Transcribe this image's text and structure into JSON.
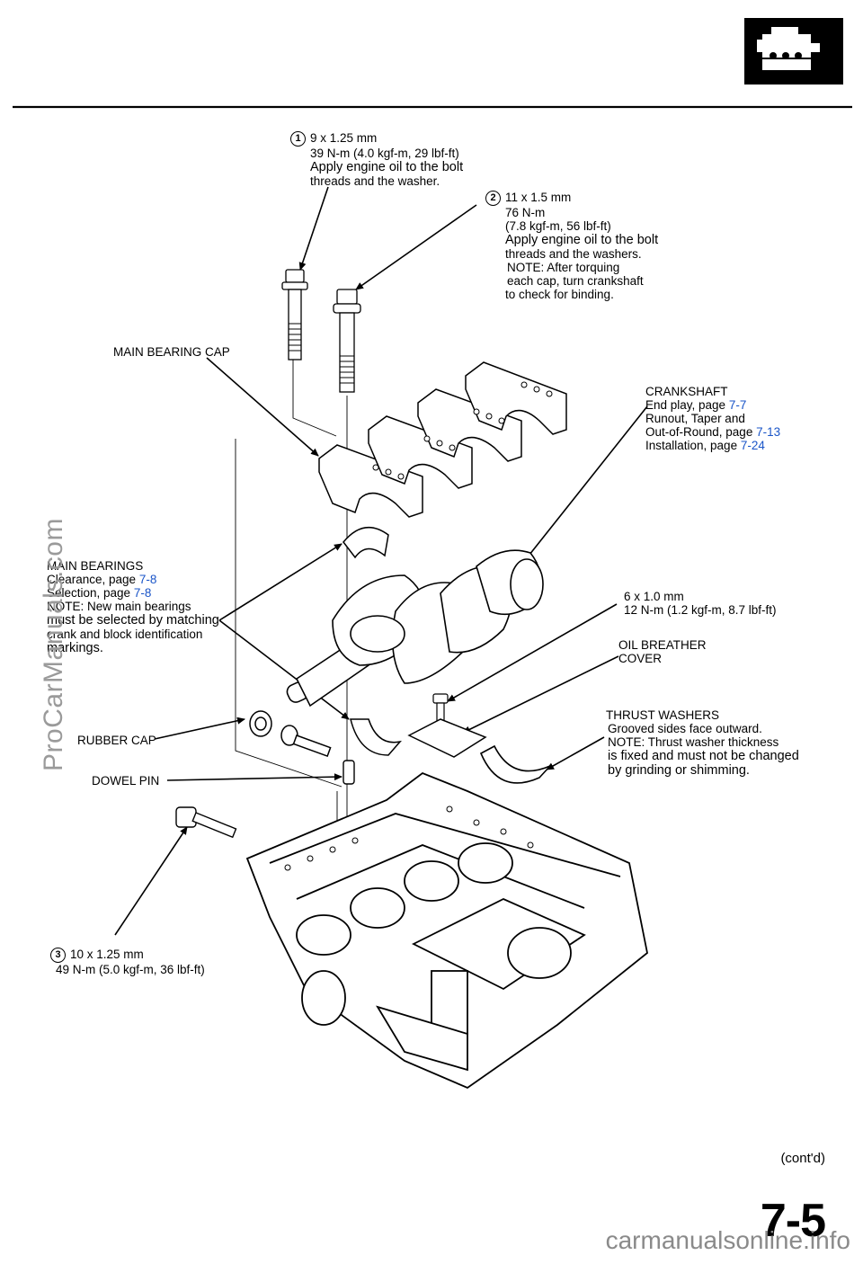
{
  "header": {
    "icon": "engine-icon"
  },
  "labels": {
    "bolt1": {
      "num": "1",
      "size": "9 x 1.25 mm",
      "torque": "39 N-m (4.0 kgf-m, 29 lbf-ft)",
      "note1": "Apply engine oil to the bolt",
      "note2": "threads and the washer."
    },
    "bolt2": {
      "num": "2",
      "size": "11 x 1.5 mm",
      "torque1": "76 N-m",
      "torque2": "(7.8 kgf-m, 56 lbf-ft)",
      "note1": "Apply engine oil to the bolt",
      "note2": "threads and the washers.",
      "note3": "NOTE:  After torquing",
      "note4": "each cap, turn crankshaft",
      "note5": "to check for binding."
    },
    "main_bearing_cap": "MAIN BEARING CAP",
    "crankshaft": {
      "title": "CRANKSHAFT",
      "l1": "End play, page ",
      "l1ref": "7-7",
      "l2": "Runout, Taper and",
      "l3": "Out-of-Round, page ",
      "l3ref": "7-13",
      "l4": "Installation, page ",
      "l4ref": "7-24"
    },
    "main_bearings": {
      "title": "MAIN BEARINGS",
      "l1": "Clearance, page ",
      "l1ref": "7-8",
      "l2": "Selection, page ",
      "l2ref": "7-8",
      "n1": "NOTE:  New main bearings",
      "n2": "must be selected by matching",
      "n3": "crank and block identification",
      "n4": "markings."
    },
    "bolt_small": {
      "size": "6 x 1.0 mm",
      "torque": "12 N-m (1.2 kgf-m, 8.7 lbf-ft)"
    },
    "oil_breather": {
      "l1": "OIL BREATHER",
      "l2": "COVER"
    },
    "thrust_washers": {
      "title": "THRUST WASHERS",
      "l1": "Grooved sides face outward.",
      "l2": "NOTE:  Thrust washer thickness",
      "l3": "is fixed and must not be changed",
      "l4": "by grinding or shimming."
    },
    "rubber_cap": "RUBBER CAP",
    "dowel_pin": "DOWEL PIN",
    "bolt3": {
      "num": "3",
      "size": "10 x 1.25 mm",
      "torque": "49 N-m (5.0 kgf-m, 36 lbf-ft)"
    }
  },
  "footer": {
    "contd": "(cont'd)",
    "page": "7-5",
    "site": "carmanualsonline.info"
  },
  "watermark": "ProCarManuals.com"
}
